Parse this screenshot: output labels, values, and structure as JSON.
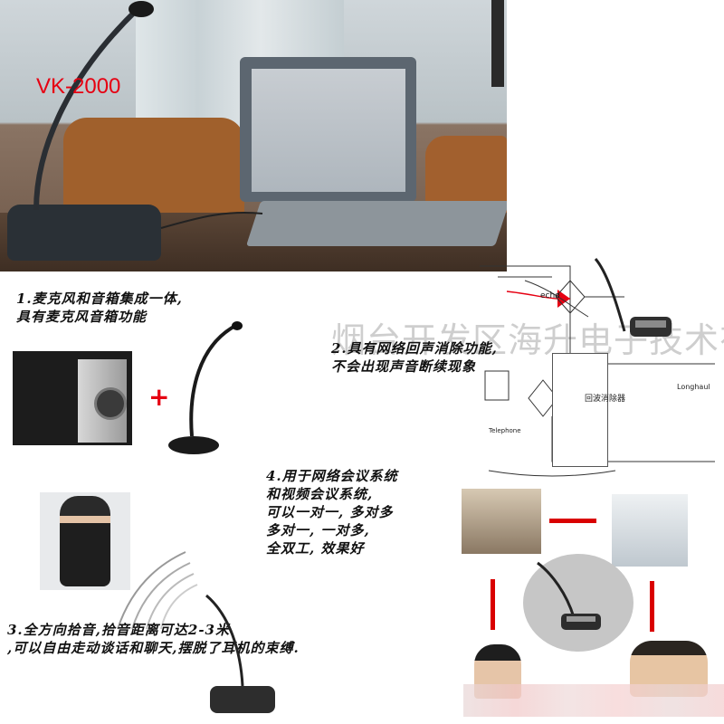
{
  "header": {
    "model_label": "VK-2000"
  },
  "features": [
    {
      "line1": "1.麦克风和音箱集成一体,",
      "line2": "具有麦克风音箱功能"
    },
    {
      "line1": "2.具有网络回声消除功能,",
      "line2": "不会出现声音断续现象"
    },
    {
      "line1": "3.全方向拾音,拾音距离可达2-3米",
      "line2": ",可以自由走动谈话和聊天,摆脱了耳机的束缚."
    },
    {
      "line1": "4.用于网络会议系统",
      "line2": "和视频会议系统,",
      "line3": "可以一对一, 多对多",
      "line4": "多对一, 一对多,",
      "line5": "全双工, 效果好"
    }
  ],
  "watermark": "烟台开发区海升电子技术有限公司",
  "symbols": {
    "plus": "+"
  },
  "echo_diagram": {
    "echo_label": "echo",
    "canceller_label": "回波消除器",
    "longhaul_label": "Longhaul",
    "telephone_label": "Telephone"
  },
  "colors": {
    "accent": "#e60012",
    "link_red": "#d90000"
  }
}
